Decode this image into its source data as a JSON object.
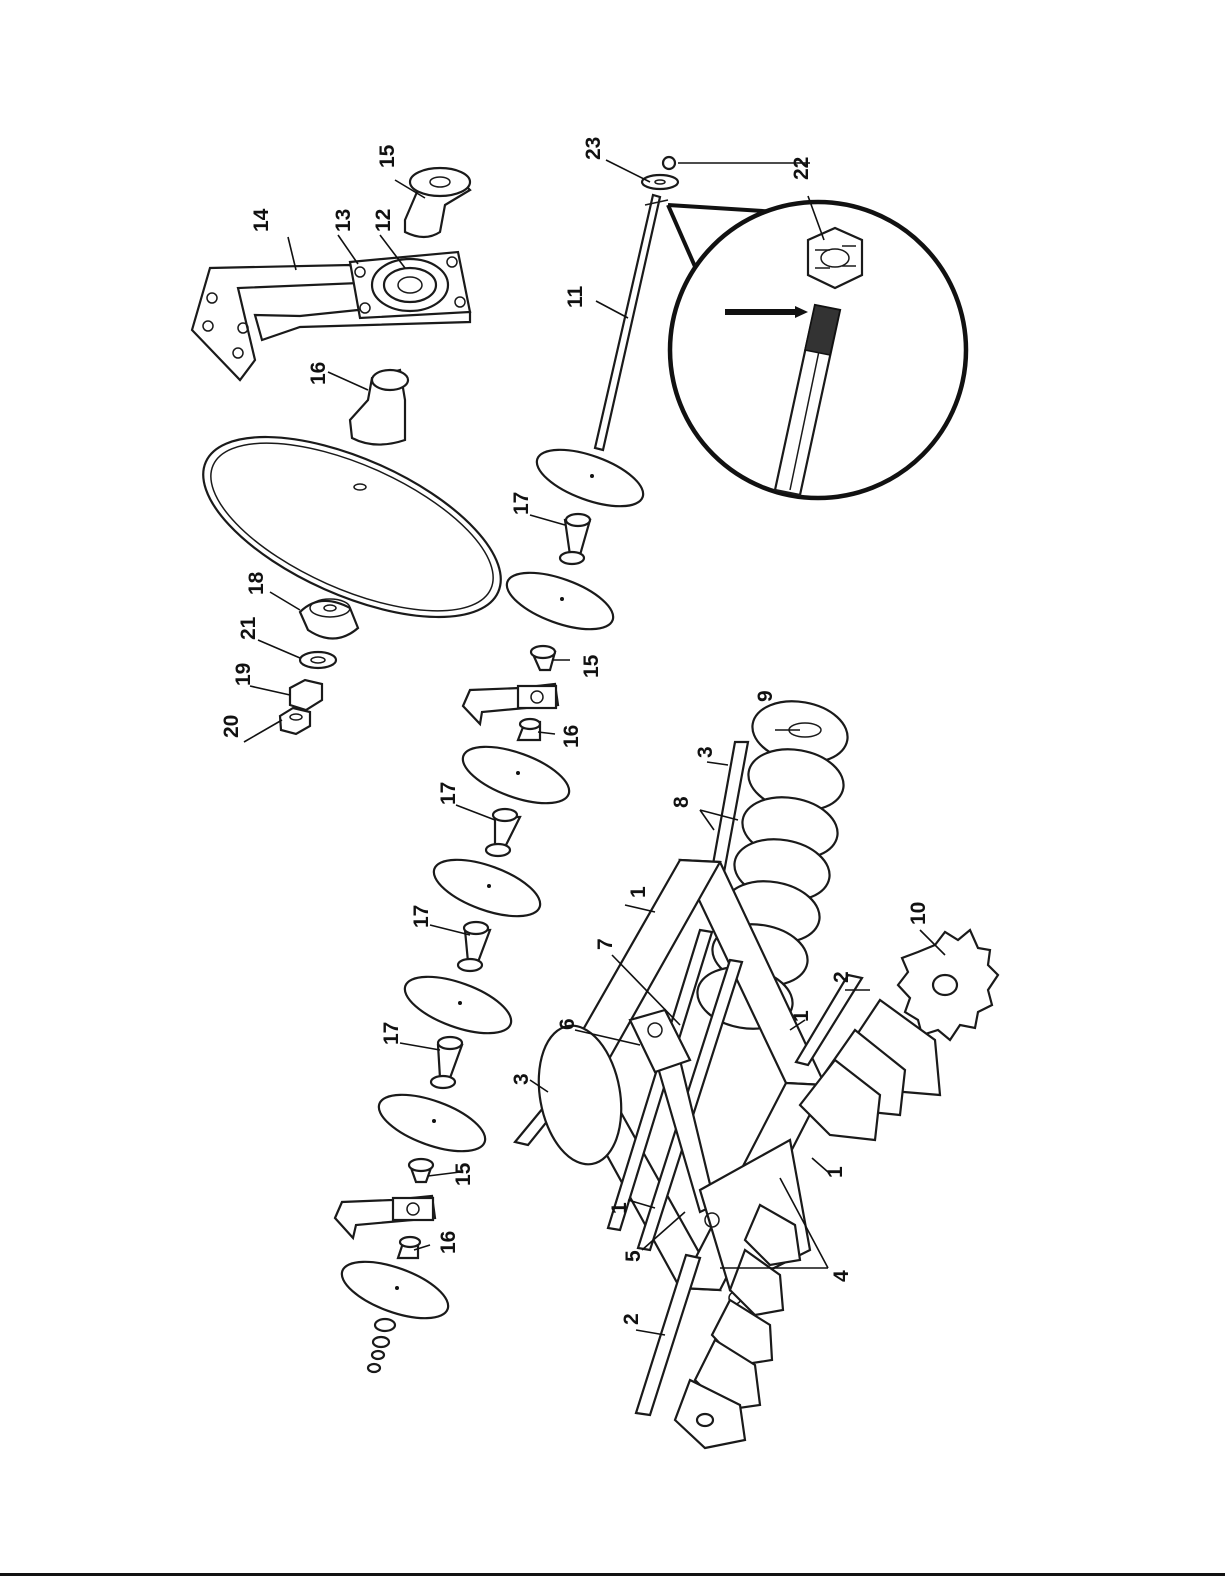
{
  "labels": [
    {
      "id": "l23",
      "text": "23"
    },
    {
      "id": "l22",
      "text": "22"
    },
    {
      "id": "l15a",
      "text": "15"
    },
    {
      "id": "l14",
      "text": "14"
    },
    {
      "id": "l13",
      "text": "13"
    },
    {
      "id": "l12",
      "text": "12"
    },
    {
      "id": "l16a",
      "text": "16"
    },
    {
      "id": "l11",
      "text": "11"
    },
    {
      "id": "l17a",
      "text": "17"
    },
    {
      "id": "l18",
      "text": "18"
    },
    {
      "id": "l21",
      "text": "21"
    },
    {
      "id": "l19",
      "text": "19"
    },
    {
      "id": "l20",
      "text": "20"
    },
    {
      "id": "l15b",
      "text": "15"
    },
    {
      "id": "l16b",
      "text": "16"
    },
    {
      "id": "l9",
      "text": "9"
    },
    {
      "id": "l3a",
      "text": "3"
    },
    {
      "id": "l8",
      "text": "8"
    },
    {
      "id": "l17b",
      "text": "17"
    },
    {
      "id": "l17c",
      "text": "17"
    },
    {
      "id": "l1a",
      "text": "1"
    },
    {
      "id": "l10",
      "text": "10"
    },
    {
      "id": "l7",
      "text": "7"
    },
    {
      "id": "l17d",
      "text": "17"
    },
    {
      "id": "l6",
      "text": "6"
    },
    {
      "id": "l2a",
      "text": "2"
    },
    {
      "id": "l1b",
      "text": "1"
    },
    {
      "id": "l3b",
      "text": "3"
    },
    {
      "id": "l15c",
      "text": "15"
    },
    {
      "id": "l1c",
      "text": "1"
    },
    {
      "id": "l16c",
      "text": "16"
    },
    {
      "id": "l5",
      "text": "5"
    },
    {
      "id": "l1d",
      "text": "1"
    },
    {
      "id": "l4",
      "text": "4"
    },
    {
      "id": "l2b",
      "text": "2"
    }
  ]
}
